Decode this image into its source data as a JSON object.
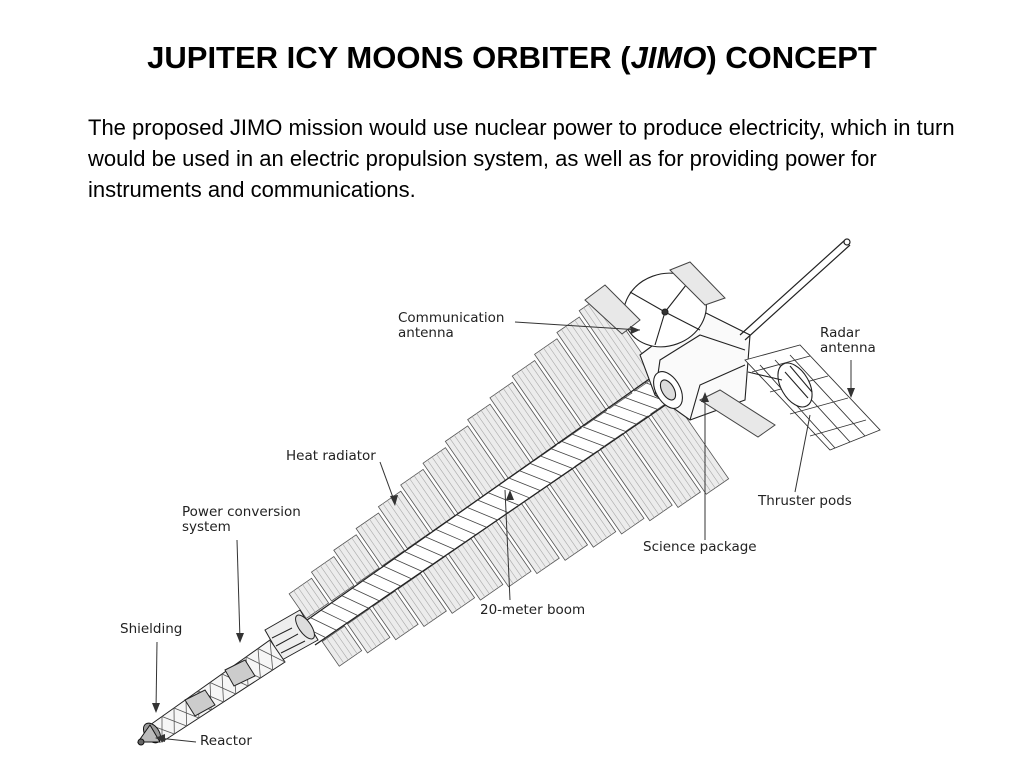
{
  "slide": {
    "title_prefix": "JUPITER ICY MOONS ORBITER (",
    "title_italic": "JIMO",
    "title_suffix": ") CONCEPT",
    "description": "The proposed JIMO mission would use nuclear power to produce electricity, which in turn would be used in an electric propulsion system, as well as for providing power for instruments and communications."
  },
  "diagram": {
    "labels": {
      "communication_antenna_1": "Communication",
      "communication_antenna_2": "antenna",
      "radar_antenna_1": "Radar",
      "radar_antenna_2": "antenna",
      "heat_radiator": "Heat radiator",
      "power_conversion_1": "Power conversion",
      "power_conversion_2": "system",
      "thruster_pods": "Thruster pods",
      "science_package": "Science package",
      "boom": "20-meter boom",
      "shielding": "Shielding",
      "reactor": "Reactor"
    }
  }
}
